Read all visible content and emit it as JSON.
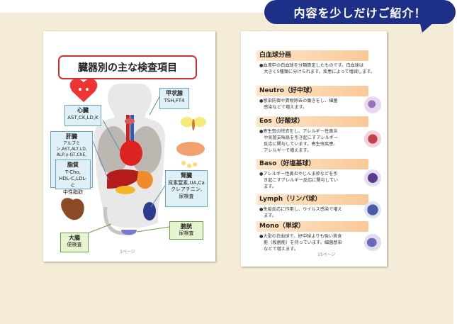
{
  "banner": {
    "text": "内容を少しだけご紹介！"
  },
  "left_page": {
    "title": "臓器別の主な検査項目",
    "labels": {
      "thyroid": {
        "name": "甲状腺",
        "items": "TSH,FT4"
      },
      "heart": {
        "name": "心臓",
        "items": "AST,CK,LD,K"
      },
      "liver": {
        "name": "肝臓",
        "items1": "アルブミン,AST,ALT,LD,",
        "items2": "ALP,γ-GT,ChE,"
      },
      "lipid": {
        "name": "脂質",
        "items1": "T-Cho,",
        "items2": "HDL-C,LDL-C",
        "items3": "中性脂肪"
      },
      "kidney": {
        "name": "腎臓",
        "items1": "尿素窒素,UA,Ca",
        "items2": "クレアチニン,",
        "items3": "尿検査"
      },
      "bladder": {
        "name": "膀胱",
        "items": "尿検査"
      },
      "colon": {
        "name": "大腸",
        "items": "便検査"
      }
    },
    "page_number": "3ページ"
  },
  "right_page": {
    "sections": [
      {
        "title": "白血球分画",
        "desc1": "●血液中の白血球を分類算定したものです。白血球は",
        "desc2": "　大きく5種類に分けられます。疾患によって増減します。",
        "desc3": ""
      },
      {
        "title": "Neutro（好中球）",
        "desc1": "●感染防御や異物除去の働きをし、細菌",
        "desc2": "　感染などで増えます。",
        "desc3": ""
      },
      {
        "title": "Eos（好酸球）",
        "desc1": "●寄生虫の除去をし、アレルギー性鼻炎",
        "desc2": "　や気管支喘息を引き起こすアレルギー",
        "desc3": "　反応に関与しています。寄生虫疾患、",
        "desc4": "　アレルギーで増えます。"
      },
      {
        "title": "Baso（好塩基球）",
        "desc1": "●アレルギー性鼻炎やじんま疹などを引",
        "desc2": "　き起こすアレルギー反応に関与してい",
        "desc3": "　ます。"
      },
      {
        "title": "Lymph（リンパ球）",
        "desc1": "●免疫反応に作用し、ウイルス感染で増え",
        "desc2": "　ます。",
        "desc3": ""
      },
      {
        "title": "Mono（単球）",
        "desc1": "●大型の白血球で、好中球よりも強い貪食",
        "desc2": "　能（殺菌能）を持っています。細菌感染",
        "desc3": "　などで増えます。"
      }
    ],
    "page_number": "15ページ"
  },
  "colors": {
    "banner": "#1d2f86",
    "background": "#f4ecd6",
    "title_border": "#d23030",
    "label_fill": "#dff0f7",
    "green_fill": "#e6f4cf",
    "section_bar": "#f9c898"
  }
}
